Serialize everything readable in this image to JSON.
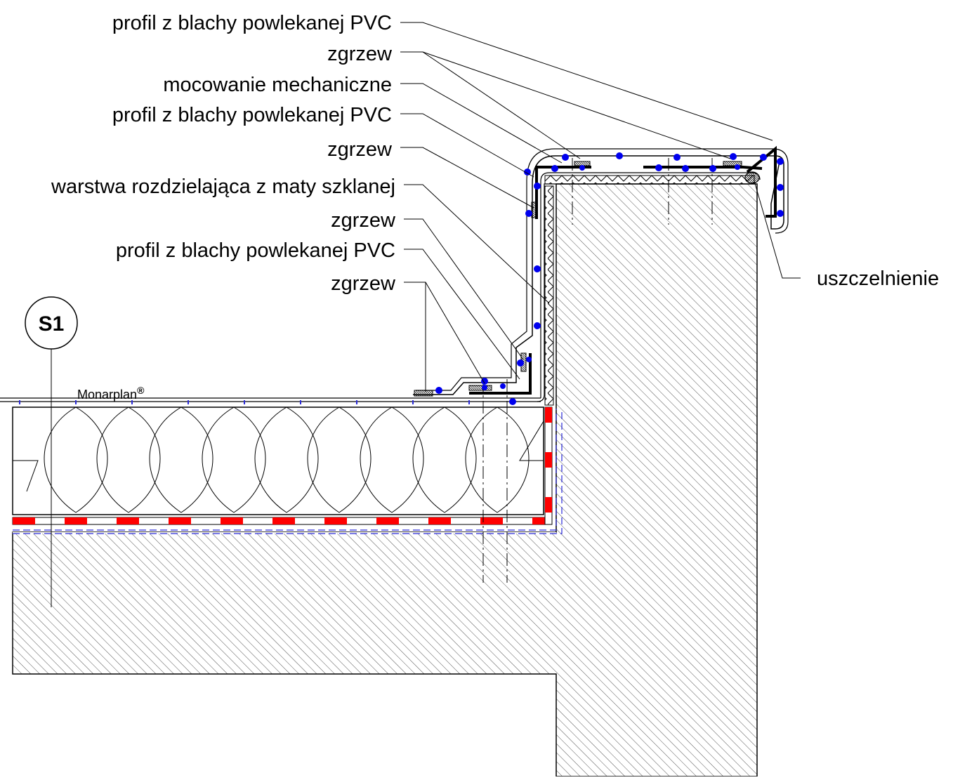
{
  "labels": {
    "l1": "profil z blachy powlekanej PVC",
    "l2": "zgrzew",
    "l3": "mocowanie mechaniczne",
    "l4": "profil z blachy powlekanej PVC",
    "l5": "zgrzew",
    "l6": "warstwa rozdzielająca z maty szklanej",
    "l7": "zgrzew",
    "l8": "profil z blachy powlekanej PVC",
    "l9": "zgrzew",
    "r1": "uszczelnienie"
  },
  "section_marker": "S1",
  "brand": {
    "name": "Monarplan",
    "mark": "®"
  },
  "colors": {
    "line": "#000000",
    "membrane_dots": "#0000ee",
    "vapour_barrier": "#ff0000",
    "dashed": "#2a2ad8",
    "hatch": "#555555"
  }
}
